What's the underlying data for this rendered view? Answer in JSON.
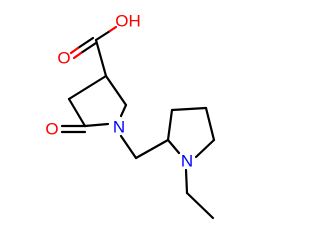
{
  "atoms": {
    "hydroxyl": "OH",
    "carbonyl_o_acid": "O",
    "carbonyl_o_lactam": "O",
    "lactam_n": "N",
    "ring_n": "N"
  },
  "colors": {
    "bond": "#000000",
    "oxygen": "#ff0000",
    "nitrogen": "#0000ff",
    "background": "#ffffff"
  }
}
